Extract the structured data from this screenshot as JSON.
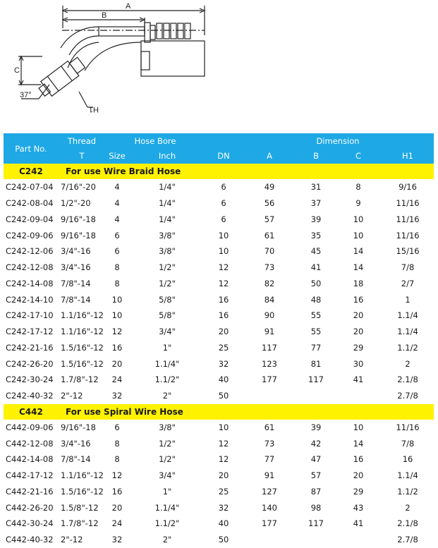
{
  "drawing": {
    "dimension_labels": [
      "A",
      "B",
      "C"
    ],
    "angle_label": "37°",
    "height_label": "H1"
  },
  "table": {
    "header": {
      "part_no": "Part No.",
      "thread": "Thread",
      "thread_sub": "T",
      "hose_bore": "Hose Bore",
      "size": "Size",
      "inch": "Inch",
      "dn": "DN",
      "dimension": "Dimension",
      "a": "A",
      "b": "B",
      "c": "C",
      "h1": "H1"
    },
    "sections": [
      {
        "code": "C242",
        "description": "For use Wire Braid Hose",
        "rows": [
          [
            "C242-07-04",
            "7/16\"-20",
            "4",
            "1/4\"",
            "6",
            "49",
            "31",
            "8",
            "9/16"
          ],
          [
            "C242-08-04",
            "1/2\"-20",
            "4",
            "1/4\"",
            "6",
            "56",
            "37",
            "9",
            "11/16"
          ],
          [
            "C242-09-04",
            "9/16\"-18",
            "4",
            "1/4\"",
            "6",
            "57",
            "39",
            "10",
            "11/16"
          ],
          [
            "C242-09-06",
            "9/16\"-18",
            "6",
            "3/8\"",
            "10",
            "61",
            "35",
            "10",
            "11/16"
          ],
          [
            "C242-12-06",
            "3/4\"-16",
            "6",
            "3/8\"",
            "10",
            "70",
            "45",
            "14",
            "15/16"
          ],
          [
            "C242-12-08",
            "3/4\"-16",
            "8",
            "1/2\"",
            "12",
            "73",
            "41",
            "14",
            "7/8"
          ],
          [
            "C242-14-08",
            "7/8\"-14",
            "8",
            "1/2\"",
            "12",
            "82",
            "50",
            "18",
            "2/7"
          ],
          [
            "C242-14-10",
            "7/8\"-14",
            "10",
            "5/8\"",
            "16",
            "84",
            "48",
            "16",
            "1"
          ],
          [
            "C242-17-10",
            "1.1/16\"-12",
            "10",
            "5/8\"",
            "16",
            "90",
            "55",
            "20",
            "1.1/4"
          ],
          [
            "C242-17-12",
            "1.1/16\"-12",
            "12",
            "3/4\"",
            "20",
            "91",
            "55",
            "20",
            "1.1/4"
          ],
          [
            "C242-21-16",
            "1.5/16\"-12",
            "16",
            "1\"",
            "25",
            "117",
            "77",
            "29",
            "1.1/2"
          ],
          [
            "C242-26-20",
            "1.5/16\"-12",
            "20",
            "1.1/4\"",
            "32",
            "123",
            "81",
            "30",
            "2"
          ],
          [
            "C242-30-24",
            "1.7/8\"-12",
            "24",
            "1.1/2\"",
            "40",
            "177",
            "117",
            "41",
            "2.1/8"
          ],
          [
            "C242-40-32",
            "2\"-12",
            "32",
            "2\"",
            "50",
            "",
            "",
            "",
            "2.7/8"
          ]
        ]
      },
      {
        "code": "C442",
        "description": "For use Spiral Wire Hose",
        "rows": [
          [
            "C442-09-06",
            "9/16\"-18",
            "6",
            "3/8\"",
            "10",
            "61",
            "39",
            "10",
            "11/16"
          ],
          [
            "C442-12-08",
            "3/4\"-16",
            "8",
            "1/2\"",
            "12",
            "73",
            "42",
            "14",
            "7/8"
          ],
          [
            "C442-14-08",
            "7/8\"-14",
            "8",
            "1/2\"",
            "12",
            "77",
            "47",
            "16",
            "16"
          ],
          [
            "C442-17-12",
            "1.1/16\"-12",
            "12",
            "3/4\"",
            "20",
            "91",
            "57",
            "20",
            "1.1/4"
          ],
          [
            "C442-21-16",
            "1.5/16\"-12",
            "16",
            "1\"",
            "25",
            "127",
            "87",
            "29",
            "1.1/2"
          ],
          [
            "C442-26-20",
            "1.5/8\"-12",
            "20",
            "1.1/4\"",
            "32",
            "140",
            "98",
            "43",
            "2"
          ],
          [
            "C442-30-24",
            "1.7/8\"-12",
            "24",
            "1.1/2\"",
            "40",
            "177",
            "117",
            "41",
            "2.1/8"
          ],
          [
            "C442-40-32",
            "2\"-12",
            "32",
            "2\"",
            "50",
            "",
            "",
            "",
            "2.7/8"
          ]
        ]
      }
    ]
  }
}
